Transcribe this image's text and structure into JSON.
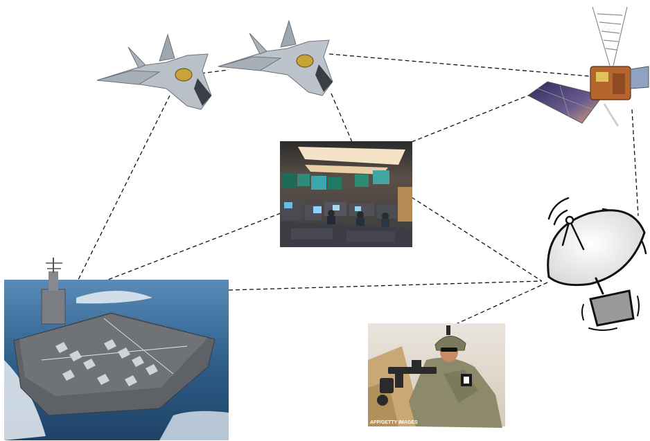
{
  "nodes": [
    {
      "id": "jet-left",
      "kind": "fighter jet"
    },
    {
      "id": "jet-right",
      "kind": "fighter jet"
    },
    {
      "id": "satellite",
      "kind": "communications satellite"
    },
    {
      "id": "command-center",
      "kind": "command and control center"
    },
    {
      "id": "carrier",
      "kind": "aircraft carrier"
    },
    {
      "id": "dish",
      "kind": "satellite dish antenna"
    },
    {
      "id": "soldier",
      "kind": "soldier"
    }
  ],
  "links": [
    [
      "jet-left",
      "jet-right"
    ],
    [
      "jet-right",
      "satellite"
    ],
    [
      "jet-right",
      "command-center"
    ],
    [
      "jet-left",
      "carrier"
    ],
    [
      "command-center",
      "satellite"
    ],
    [
      "command-center",
      "carrier"
    ],
    [
      "command-center",
      "dish"
    ],
    [
      "carrier",
      "dish"
    ],
    [
      "satellite",
      "dish"
    ],
    [
      "dish",
      "soldier"
    ]
  ],
  "photo_credit": "AFP/GETTY IMAGES",
  "colors": {
    "link": "#111111",
    "sea": "#2f5f8c",
    "sky": "#c9d9e8",
    "desert": "#c9a875",
    "camo": "#8c8a6a",
    "jet": "#b9c0c7",
    "solar_panel": "#4b3f7a"
  }
}
